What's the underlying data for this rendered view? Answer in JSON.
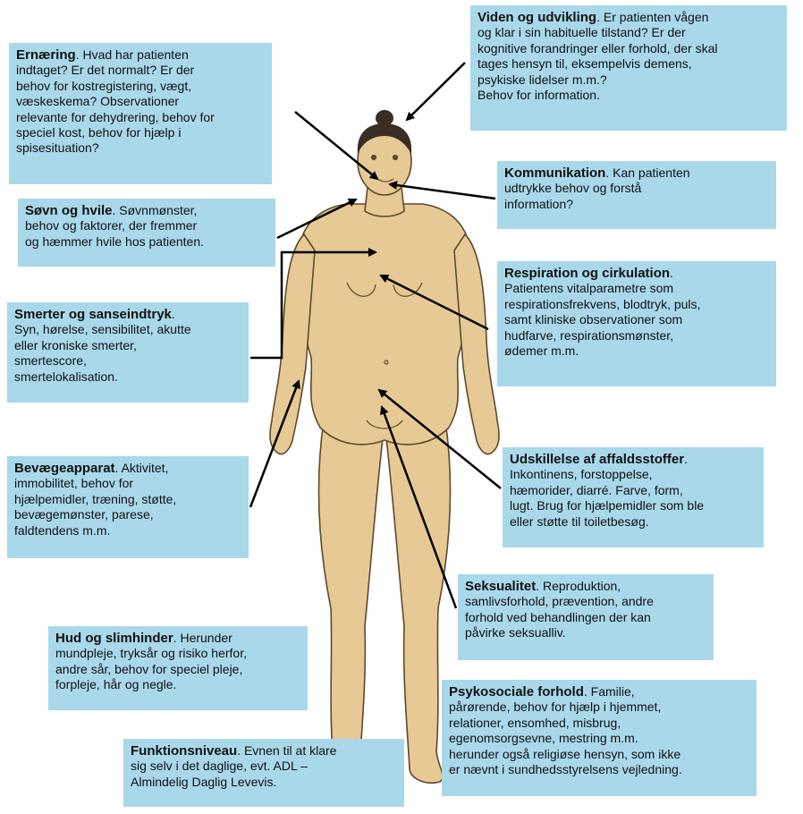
{
  "colors": {
    "box_fill": "#a9d8ea",
    "skin": "#e6c995",
    "skin_outline": "#5e4a2a",
    "hair": "#3a2e24",
    "arrow": "#000000"
  },
  "boxes": {
    "ernaering": {
      "title": "Ernæring",
      "lines": [
        "Hvad har patienten",
        "indtaget? Er det normalt? Er der",
        "behov for kostregistering, vægt,",
        "væskeskema? Observationer",
        "relevante for dehydrering, behov for",
        "speciel kost, behov for hjælp i",
        "spisesituation?"
      ]
    },
    "viden": {
      "title": "Viden og udvikling",
      "lines": [
        "Er patienten vågen",
        "og klar i sin habituelle tilstand? Er der",
        "kognitive forandringer eller forhold, der skal",
        "tages hensyn til, eksempelvis demens,",
        "psykiske lidelser m.m.?",
        "Behov for information."
      ]
    },
    "kommunikation": {
      "title": "Kommunikation",
      "lines": [
        "Kan patienten",
        "udtrykke behov og forstå",
        "information?"
      ]
    },
    "soevn": {
      "title": "Søvn og hvile",
      "lines": [
        "Søvnmønster,",
        "behov og faktorer, der fremmer",
        "og hæmmer hvile hos patienten."
      ]
    },
    "smerter": {
      "title": "Smerter og sanseindtryk",
      "lines": [
        "",
        "Syn, hørelse, sensibilitet, akutte",
        "eller kroniske smerter,",
        "smertescore,",
        "smertelokalisation."
      ]
    },
    "respiration": {
      "title": "Respiration og cirkulation",
      "lines": [
        "",
        "Patientens vitalparametre som",
        "respirationsfrekvens, blodtryk, puls,",
        "samt kliniske observationer som",
        "hudfarve, respirationsmønster,",
        "ødemer m.m."
      ]
    },
    "bevaege": {
      "title": "Bevægeapparat",
      "lines": [
        "Aktivitet,",
        "immobilitet, behov for",
        "hjælpemidler, træning, støtte,",
        "bevægemønster, parese,",
        "faldtendens m.m."
      ]
    },
    "udskillelse": {
      "title": "Udskillelse af affaldsstoffer",
      "lines": [
        "",
        "Inkontinens, forstoppelse,",
        "hæmorider, diarré. Farve, form,",
        "lugt. Brug for hjælpemidler som ble",
        "eller støtte til toiletbesøg."
      ]
    },
    "seksualitet": {
      "title": "Seksualitet",
      "lines": [
        "Reproduktion,",
        "samlivsforhold, prævention, andre",
        "forhold ved behandlingen der kan",
        "påvirke seksualliv."
      ]
    },
    "hud": {
      "title": "Hud og slimhinder",
      "lines": [
        "Herunder",
        "mundpleje, tryksår og risiko herfor,",
        "andre sår, behov for speciel pleje,",
        "forpleje, hår og negle."
      ]
    },
    "psykosociale": {
      "title": "Psykosociale forhold",
      "lines": [
        "Familie,",
        "pårørende, behov for hjælp i hjemmet,",
        "relationer, ensomhed, misbrug,",
        "egenomsorgsevne, mestring m.m.",
        "herunder også religiøse hensyn, som ikke",
        "er nævnt i sundhedsstyrelsens vejledning."
      ]
    },
    "funktion": {
      "title": "Funktionsniveau",
      "lines": [
        "Evnen til at klare",
        "sig selv i det daglige, evt. ADL –",
        "Almindelig Daglig Levevis."
      ]
    }
  }
}
